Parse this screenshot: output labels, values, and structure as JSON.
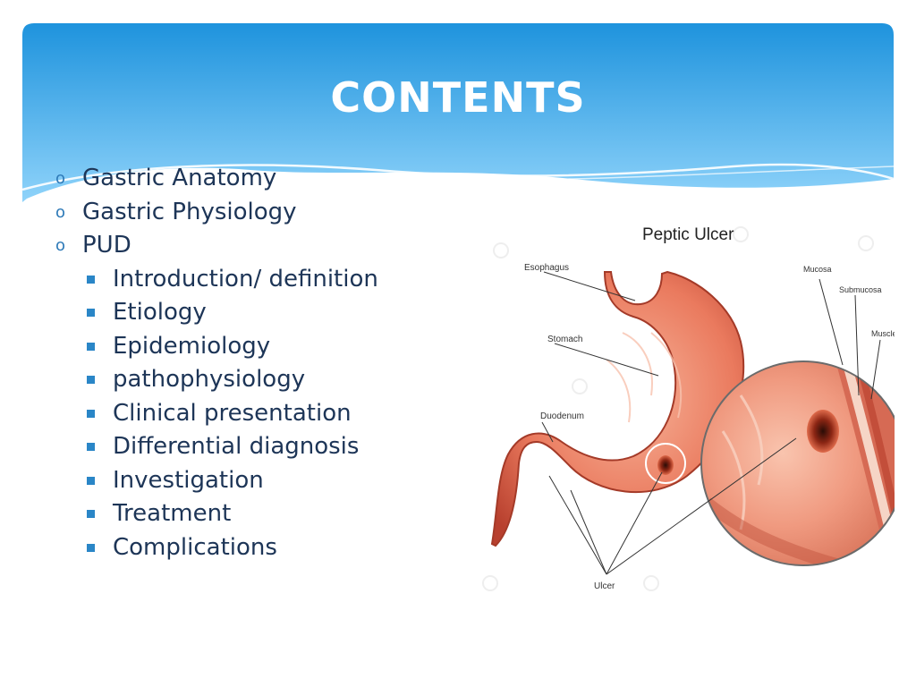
{
  "slide": {
    "title": "CONTENTS",
    "bullets": [
      {
        "level": 1,
        "text": "Gastric Anatomy"
      },
      {
        "level": 1,
        "text": "Gastric Physiology"
      },
      {
        "level": 1,
        "text": "PUD"
      },
      {
        "level": 2,
        "text": "Introduction/ definition"
      },
      {
        "level": 2,
        "text": "Etiology"
      },
      {
        "level": 2,
        "text": "Epidemiology"
      },
      {
        "level": 2,
        "text": "pathophysiology"
      },
      {
        "level": 2,
        "text": "Clinical presentation"
      },
      {
        "level": 2,
        "text": "Differential diagnosis"
      },
      {
        "level": 2,
        "text": "Investigation"
      },
      {
        "level": 2,
        "text": "Treatment"
      },
      {
        "level": 2,
        "text": "Complications"
      }
    ],
    "level1_marker": "o",
    "level2_marker_icon": "square-bullet-icon"
  },
  "illustration": {
    "title": "Peptic Ulcer",
    "labels": {
      "esophagus": "Esophagus",
      "stomach": "Stomach",
      "duodenum": "Duodenum",
      "ulcer": "Ulcer",
      "mucosa": "Mucosa",
      "submucosa": "Submucosa",
      "muscle": "Muscle"
    }
  },
  "colors": {
    "banner_top": "#1e93dd",
    "banner_bottom": "#8cd0f8",
    "bullet_text": "#1d3557",
    "bullet_marker": "#2a86c7",
    "stomach": "#e8775e"
  }
}
